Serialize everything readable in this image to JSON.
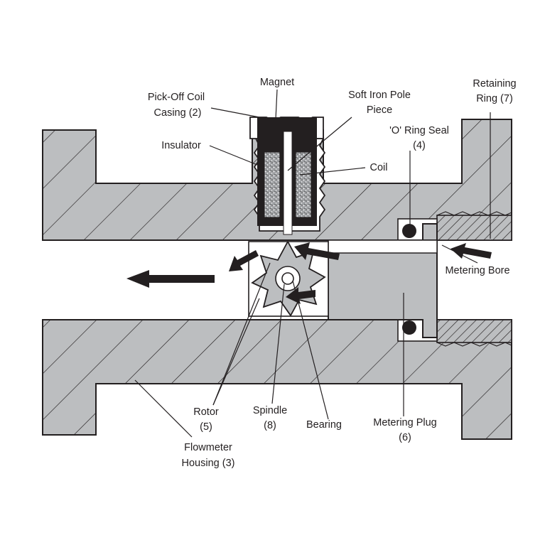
{
  "labels": {
    "magnet": "Magnet",
    "pickoff_1": "Pick-Off Coil",
    "pickoff_2": "Casing (2)",
    "insulator": "Insulator",
    "pole_1": "Soft Iron Pole",
    "pole_2": "Piece",
    "coil": "Coil",
    "oring_1": "'O' Ring Seal",
    "oring_2": "(4)",
    "retaining_1": "Retaining",
    "retaining_2": "Ring (7)",
    "metering_bore": "Metering Bore",
    "rotor_1": "Rotor",
    "rotor_2": "(5)",
    "spindle_1": "Spindle",
    "spindle_2": "(8)",
    "bearing": "Bearing",
    "plug_1": "Metering Plug",
    "plug_2": "(6)",
    "housing_1": "Flowmeter",
    "housing_2": "Housing (3)"
  },
  "colors": {
    "housing_fill": "#bcbec0",
    "outline": "#231f20",
    "coil_fill": "#9d9fa2",
    "bore": "#ffffff"
  }
}
